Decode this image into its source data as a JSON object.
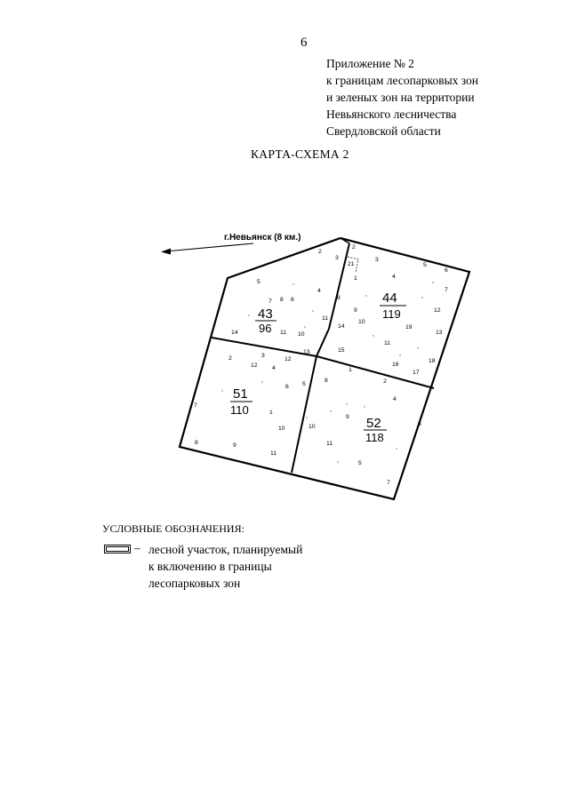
{
  "page_number": "6",
  "annex": {
    "lines": [
      "Приложение № 2",
      "к границам лесопарковых зон",
      "и зеленых зон на территории",
      "Невьянского лесничества",
      "Свердловской области"
    ]
  },
  "map_title": "КАРТА-СХЕМА 2",
  "map": {
    "direction_label": "г.Невьянск (8 км.)",
    "quarters": [
      {
        "number": "43",
        "area": "96"
      },
      {
        "number": "44",
        "area": "119"
      },
      {
        "number": "51",
        "area": "110"
      },
      {
        "number": "52",
        "area": "118"
      }
    ],
    "plot_labels": [
      "2",
      "3",
      "2",
      "21",
      "1",
      "3",
      "4",
      "5",
      "6",
      "5",
      "7",
      "8",
      "6",
      "4",
      "8",
      "7",
      "9",
      "12",
      "14",
      "10",
      "19",
      "13",
      "11",
      "10",
      "11",
      "14",
      "13",
      "15",
      "18",
      "11",
      "16",
      "17",
      "2",
      "3",
      "12",
      "4",
      "12",
      "1",
      "8",
      "2",
      "6",
      "5",
      "4",
      "7",
      "1",
      "9",
      "6",
      "10",
      "10",
      "11",
      "8",
      "9",
      "11",
      "5",
      "7"
    ]
  },
  "legend": {
    "title": "УСЛОВНЫЕ ОБОЗНАЧЕНИЯ:",
    "dash": "–",
    "lines": [
      "лесной участок, планируемый",
      "к включению в границы",
      "лесопарковых зон"
    ]
  }
}
